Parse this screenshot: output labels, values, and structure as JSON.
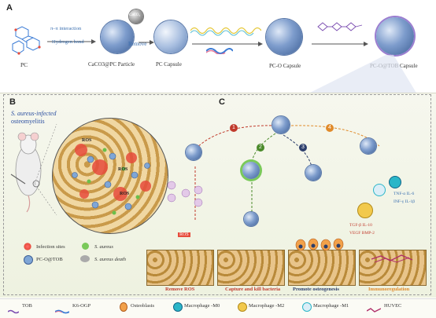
{
  "panel_a": {
    "letter": "A",
    "pc": "PC",
    "arrow1_top": "π–π interaction",
    "arrow1_bottom": "Hydrogen bond",
    "particle": "CaCO3@PC Particle",
    "caco3": "CaCO₃",
    "remove": "Remove",
    "capsule": "PC Capsule",
    "pco_capsule": "PC-O Capsule",
    "pcotob_capsule": "PC-O@TOB Capsule"
  },
  "panel_b": {
    "letter": "B",
    "title_line1": "S. aureus-infected",
    "title_line2": "osteomyelitis",
    "ros": "ROS",
    "legend": {
      "infection_sites": "Infection sites",
      "s_aureus": "S. aureus",
      "pc_o_tob": "PC-O@TOB",
      "s_aureus_death": "S. aureus death"
    }
  },
  "panel_c": {
    "letter": "C",
    "steps": [
      "1",
      "2",
      "3",
      "4"
    ],
    "captions": [
      "Remove ROS",
      "Capture and kill bacteria",
      "Promote osteogenesis",
      "Immunoregulation"
    ],
    "ros": "ROS",
    "tnf": "TNF-α  IL-6",
    "ifn": "INF-γ  IL-1β",
    "tgf": "TGF-β  IL-10",
    "vegf": "VEGF  BMP-2"
  },
  "legend": {
    "tob": "TOB",
    "k6ogp": "K6-OGP",
    "osteoblasts": "Osteoblasts",
    "m0": "Macrophage -M0",
    "m2": "Macrophage -M2",
    "m1": "Macrophage -M1",
    "huvec": "HUVEC"
  },
  "colors": {
    "step1": "#c0392b",
    "step2": "#4a8a2a",
    "step3": "#2c3e6b",
    "step4": "#e08a2a"
  }
}
